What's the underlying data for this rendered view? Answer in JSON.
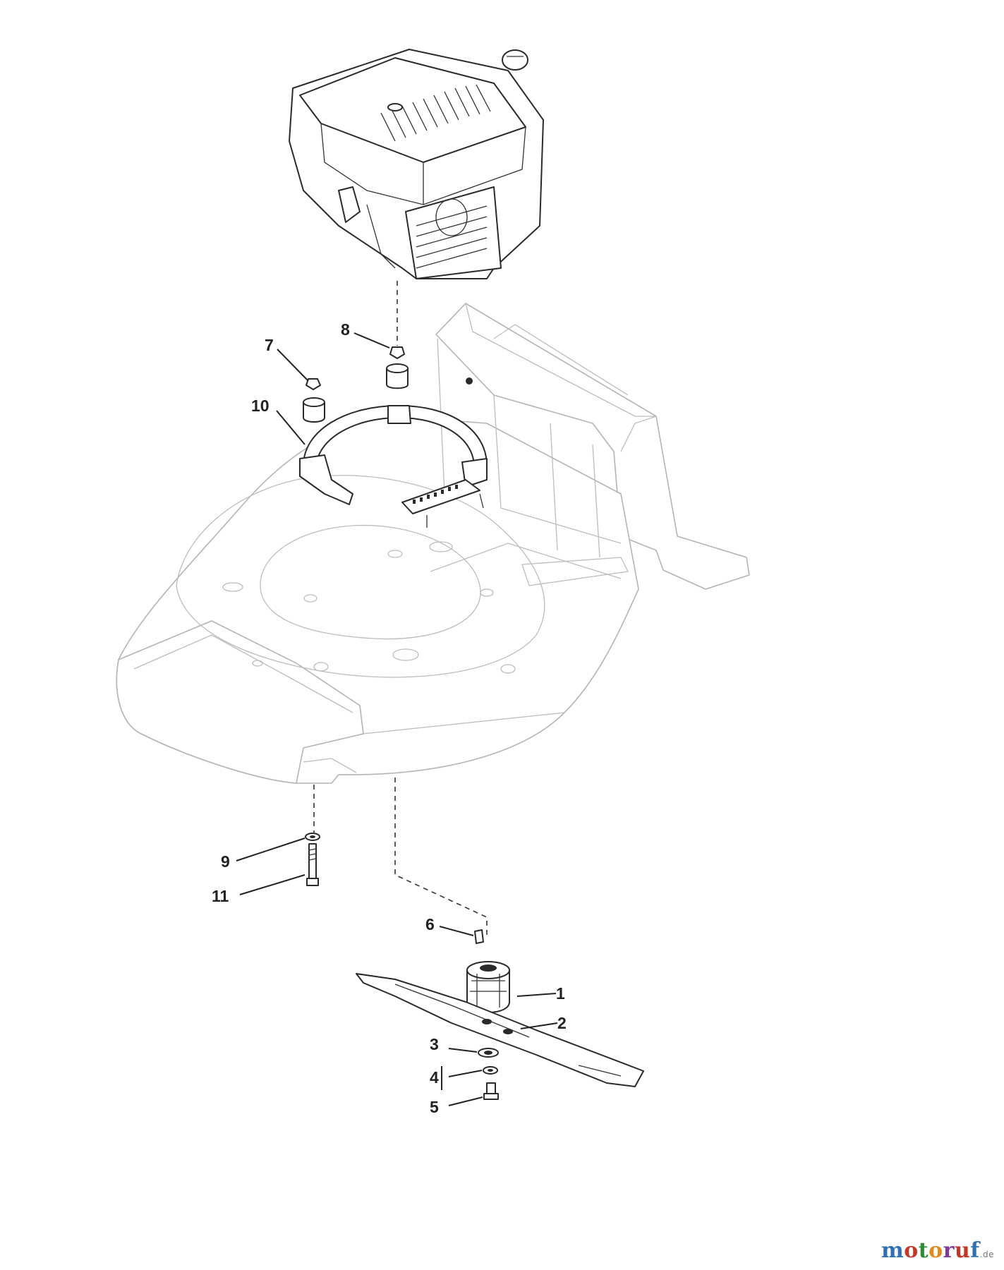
{
  "diagram": {
    "callouts": [
      {
        "id": "c1",
        "label": "1"
      },
      {
        "id": "c2",
        "label": "2"
      },
      {
        "id": "c3",
        "label": "3"
      },
      {
        "id": "c4",
        "label": "4"
      },
      {
        "id": "c5",
        "label": "5"
      },
      {
        "id": "c6",
        "label": "6"
      },
      {
        "id": "c7",
        "label": "7"
      },
      {
        "id": "c8",
        "label": "8"
      },
      {
        "id": "c9",
        "label": "9"
      },
      {
        "id": "c10",
        "label": "10"
      },
      {
        "id": "c11",
        "label": "11"
      }
    ]
  },
  "watermark": {
    "text_parts": [
      "m",
      "o",
      "t",
      "o",
      "r",
      "u",
      "f"
    ],
    "colors": [
      "#2f6fb3",
      "#c0392b",
      "#2e8b3a",
      "#e08a1e",
      "#7d3c98",
      "#c0392b",
      "#2f6fb3"
    ],
    "suffix": ".de"
  }
}
